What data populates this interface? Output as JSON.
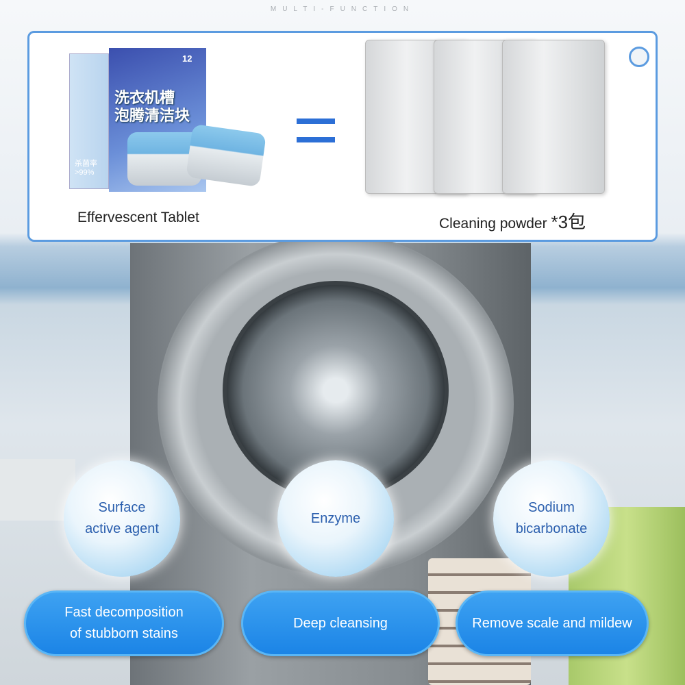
{
  "header": {
    "tagline": "MULTI-FUNCTION"
  },
  "comparison": {
    "tablet_label": "Effervescent Tablet",
    "powder_label": "Cleaning powder",
    "powder_qty": "*3包",
    "box": {
      "title_line1": "洗衣机槽",
      "title_line2": "泡腾清洁块",
      "count": "12",
      "rate_label": "杀菌率",
      "rate_value": ">99%"
    }
  },
  "ingredients": [
    "Surface active agent",
    "Enzyme",
    "Sodium bicarbonate"
  ],
  "ingredient_lines": [
    [
      "Surface",
      "active agent"
    ],
    [
      "Enzyme"
    ],
    [
      "Sodium",
      "bicarbonate"
    ]
  ],
  "benefits": [
    [
      "Fast decomposition",
      "of stubborn stains"
    ],
    [
      "Deep cleansing"
    ],
    [
      "Remove scale and mildew"
    ]
  ],
  "colors": {
    "accent": "#1b84e6",
    "border": "#5b9be0"
  }
}
